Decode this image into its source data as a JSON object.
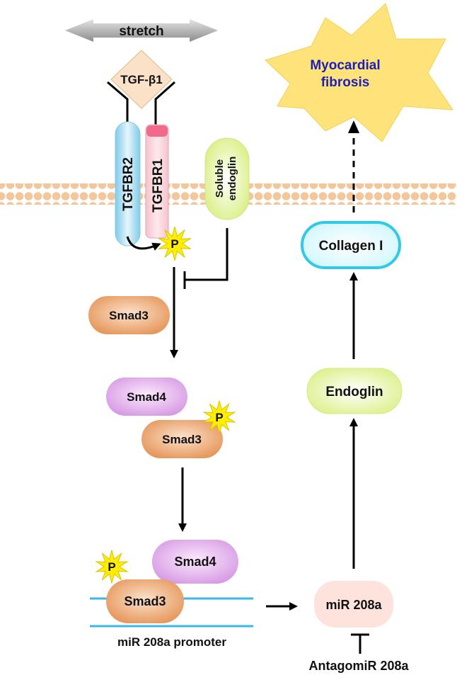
{
  "labels": {
    "stretch": "stretch",
    "tgf": "TGF-β1",
    "tgfbr2": "TGFBR2",
    "tgfbr1": "TGFBR1",
    "soluble": "Soluble",
    "endoglin_small": "endoglin",
    "p": "P",
    "smad3": "Smad3",
    "smad4": "Smad4",
    "promoter": "miR 208a promoter",
    "mir": "miR 208a",
    "antagomir": "AntagomiR 208a",
    "endoglin": "Endoglin",
    "collagen": "Collagen I",
    "fibrosis_line1": "Myocardial",
    "fibrosis_line2": "fibrosis"
  },
  "colors": {
    "membrane": "#f2c79b",
    "arrow_gray": "#9a9a9a",
    "tgf_fill": "#fbe1c8",
    "tgfbr2_fill": "#bfe6f7",
    "tgfbr1_fill": "#f7b4c2",
    "soluble_fill": "#e9f6a8",
    "smad3_fill": "#f2b07a",
    "smad4_fill": "#e7b6ef",
    "phospho_star": "#ffee00",
    "dna_line": "#3ab6e8",
    "mir_fill": "#fde3dc",
    "endoglin_fill": "#eaf7a3",
    "collagen_fill": "#b7f1fb",
    "collagen_border": "#32c8e8",
    "fibrosis_star": "#fde37a",
    "fibrosis_text": "#1f1fb8"
  }
}
